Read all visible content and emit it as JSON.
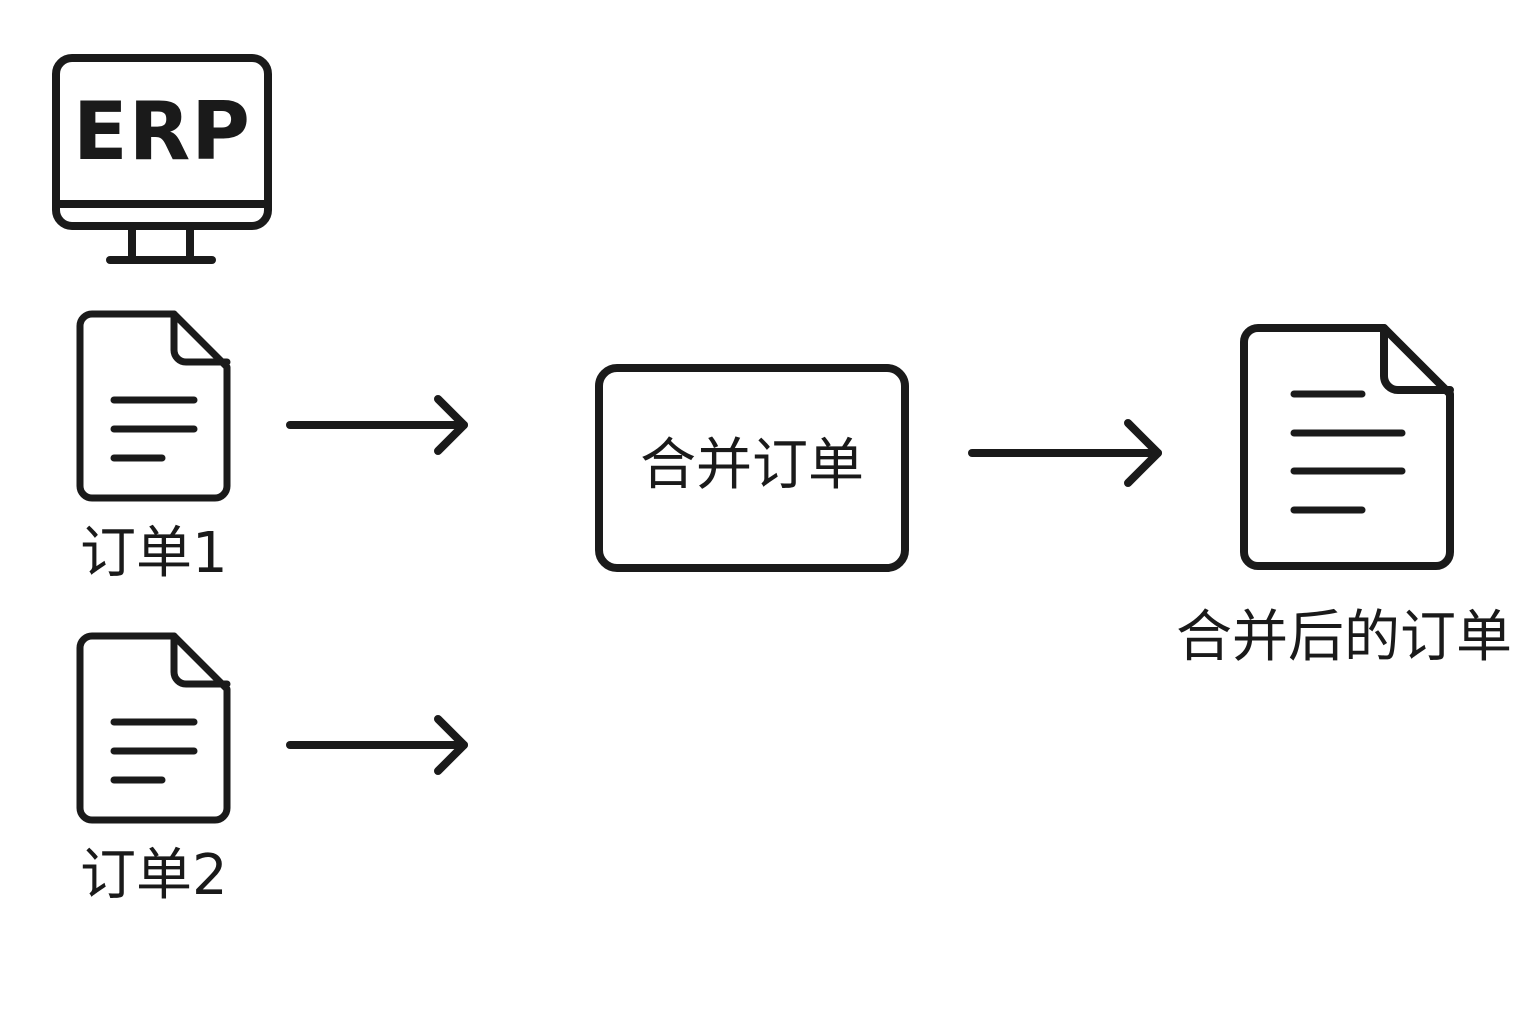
{
  "erp": {
    "label": "ERP",
    "icon": "monitor-icon"
  },
  "inputs": [
    {
      "label": "订单1",
      "icon": "document-icon"
    },
    {
      "label": "订单2",
      "icon": "document-icon"
    }
  ],
  "process": {
    "label": "合并订单"
  },
  "output": {
    "label": "合并后的订单",
    "icon": "document-icon"
  },
  "colors": {
    "stroke": "#1a1a1a",
    "background": "#ffffff"
  }
}
